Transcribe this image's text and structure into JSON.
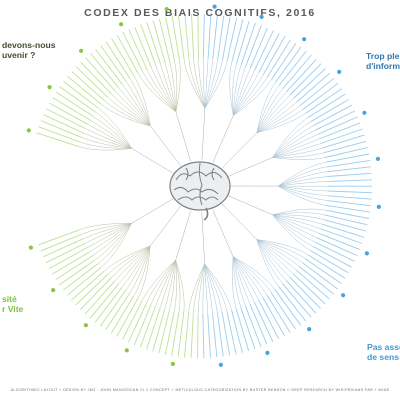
{
  "title": "CODEX DES BIAIS COGNITIFS, 2016",
  "headings": {
    "top_left_1": "devons-nous",
    "top_left_2": "uvenir ?",
    "top_right_1": "Trop plei",
    "top_right_2": "d'inform",
    "bottom_left_1": "sité",
    "bottom_left_2": "r Vite",
    "bottom_right_1": "Pas asse",
    "bottom_right_2": "de sens"
  },
  "footer": "ALGORITHMIC LAYOUT + DESIGN BY JM3 · JOHN MANOOGIAN III // CONCEPT + METICULOUS CATEGORIZATION BY BUSTER BENSON // DEEP RESEARCH BY WIKIPEDIANS FAR + WIDE",
  "colors": {
    "green": "#8cc63f",
    "blue": "#4aa3df",
    "branch_left": "#b9c2a8",
    "branch_right": "#a9c4d8",
    "center_branch": "#6f747a",
    "brain": "#7d8085"
  },
  "icons": [
    "brain-icon",
    "node-dot-icon"
  ]
}
